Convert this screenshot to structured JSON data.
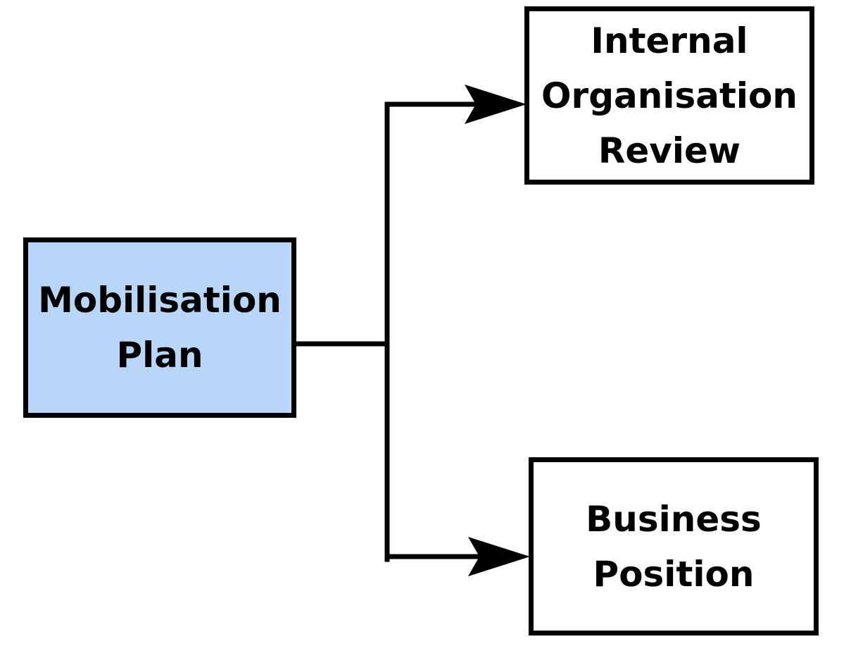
{
  "diagram": {
    "colors": {
      "source_fill": "#b8d6f8",
      "stroke": "#000000",
      "target_fill": "#ffffff"
    },
    "nodes": {
      "source": {
        "lines": [
          "Mobilisation",
          "Plan"
        ]
      },
      "top": {
        "lines": [
          "Internal",
          "Organisation",
          "Review"
        ]
      },
      "bottom": {
        "lines": [
          "Business",
          "Position"
        ]
      }
    }
  }
}
